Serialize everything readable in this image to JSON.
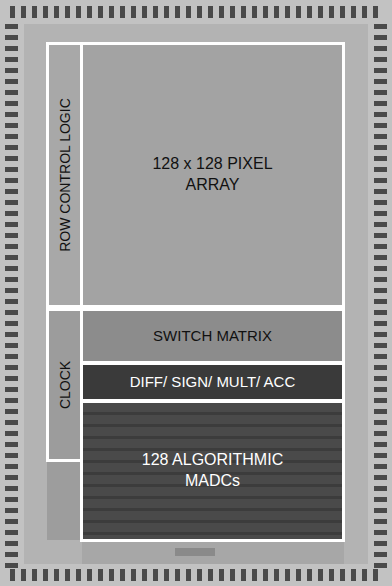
{
  "diagram": {
    "nodes": [
      {
        "text": [
          "ROW CONTROL LOGIC"
        ]
      },
      {
        "text": [
          "128 x 128 PIXEL ARRAY"
        ]
      },
      {
        "text": [
          "CLOCK"
        ]
      },
      {
        "text": [
          "SWITCH MATRIX"
        ]
      },
      {
        "text": [
          "DIFF/ SIGN/ MULT/ ACC"
        ]
      },
      {
        "text": [
          "128 ALGORITHMIC MADCs"
        ]
      }
    ]
  }
}
